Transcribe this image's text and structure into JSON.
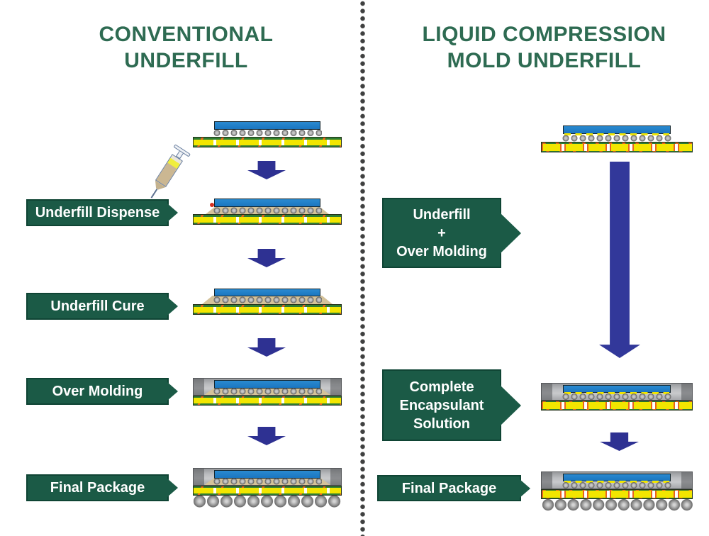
{
  "left_panel": {
    "title_line1": "CONVENTIONAL",
    "title_line2": "UNDERFILL",
    "steps": [
      {
        "label": "Underfill Dispense",
        "illustration": "flip-chip with syringe dispensing underfill"
      },
      {
        "label": "Underfill Cure",
        "illustration": "flip-chip with cured underfill fillet"
      },
      {
        "label": "Over Molding",
        "illustration": "flip-chip with gray over-mold cap"
      },
      {
        "label": "Final Package",
        "illustration": "molded package with solder balls"
      }
    ],
    "top_illustration": "bare flip-chip on substrate"
  },
  "right_panel": {
    "title_line1": "LIQUID COMPRESSION",
    "title_line2": "MOLD UNDERFILL",
    "steps": [
      {
        "lines": [
          "Underfill",
          "+",
          "Over Molding"
        ],
        "illustration": "single long process arrow"
      },
      {
        "lines": [
          "Complete",
          "Encapsulant",
          "Solution"
        ],
        "illustration": "fully encapsulated flip-chip"
      },
      {
        "lines": [
          "Final Package"
        ],
        "illustration": "molded package with solder balls"
      }
    ],
    "top_illustration": "bare flip-chip on substrate"
  },
  "icons": {
    "syringe_icon": "underfill dispense syringe with red drop",
    "down_arrow_icon": "solid blue downward process arrow",
    "long_down_arrow_icon": "tall blue downward process arrow",
    "divider": "vertical dotted line"
  },
  "colors": {
    "title_green": "#2e6b52",
    "label_green": "#1b5a46",
    "label_border_green": "#0f4434",
    "label_text": "#ffffff",
    "arrow_blue": "#2e3192",
    "die_blue": "#1b76c0",
    "substrate_green": "#2e7d33",
    "pad_yellow": "#f2e600",
    "trace_orange": "#e8641e",
    "underfill_tan": "#d4c29a",
    "mold_gray": "#b0b2b5",
    "bump_gray": "#9a9a9a",
    "divider_dot": "#3f4040",
    "background": "#ffffff"
  }
}
